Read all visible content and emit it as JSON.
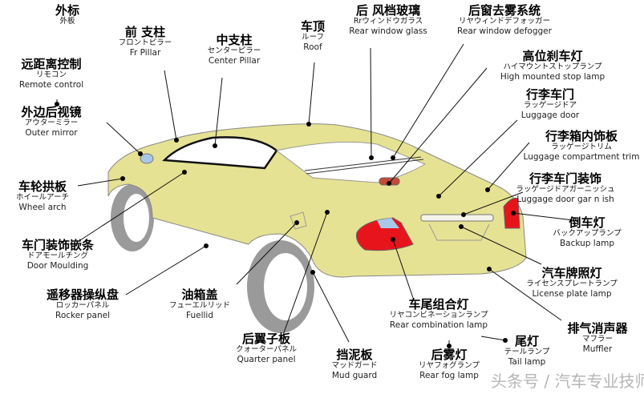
{
  "labels": [
    {
      "zh": "外标",
      "ja": "外板",
      "en": ""
    },
    {
      "zh": "前 支柱",
      "ja": "フロントピラー",
      "en": "Fr   Pillar"
    },
    {
      "zh": "中支柱",
      "ja": "センターピラー",
      "en": "Center Pillar"
    },
    {
      "zh": "车顶",
      "ja": "ルーフ",
      "en": "Roof"
    },
    {
      "zh": "后 风档玻璃",
      "ja": "Rrウィンドウガラス",
      "en": "Rear window glass"
    },
    {
      "zh": "后窗去雾系统",
      "ja": "リヤウィンドデフォッガー",
      "en": "Rear window defogger"
    },
    {
      "zh": "高位刹车灯",
      "ja": "ハイマウントストップランプ",
      "en": "High mounted stop lamp"
    },
    {
      "zh": "行李车门",
      "ja": "ラッゲージドア",
      "en": "Luggage door"
    },
    {
      "zh": "行李箱内饰板",
      "ja": "ラッゲージトリム",
      "en": "Luggage compartment trim"
    },
    {
      "zh": "行李车门装饰",
      "ja": "ラッゲージドアガーニッシュ",
      "en": "Luggage door gar n ish"
    },
    {
      "zh": "倒车灯",
      "ja": "バックアップランプ",
      "en": "Backup lamp"
    },
    {
      "zh": "汽车牌照灯",
      "ja": "ライセンスプレートランプ",
      "en": "License plate lamp"
    },
    {
      "zh": "排气消声器",
      "ja": "マフラー",
      "en": "Muffler"
    },
    {
      "zh": "尾灯",
      "ja": "テールランプ",
      "en": "Tail lamp"
    },
    {
      "zh": "后雾灯",
      "ja": "リヤフォグランプ",
      "en": "Rear fog lamp"
    },
    {
      "zh": "车尾组合灯",
      "ja": "リヤコンビネーションランプ",
      "en": "Rear combination lamp"
    },
    {
      "zh": "挡泥板",
      "ja": "マッドガード",
      "en": "Mud guard"
    },
    {
      "zh": "后翼子板",
      "ja": "クォーターパネル",
      "en": "Quarter panel"
    },
    {
      "zh": "油箱盖",
      "ja": "フューエルリッド",
      "en": "Fuellid"
    },
    {
      "zh": "遥移器操纵盘",
      "ja": "ロッカーパネル",
      "en": "Rocker panel"
    },
    {
      "zh": "车门装饰嵌条",
      "ja": "ドアモールチング",
      "en": "Door    Moulding"
    },
    {
      "zh": "车轮拱板",
      "ja": "ホイールアーチ",
      "en": "Wheel arch"
    },
    {
      "zh": "外边后视镜",
      "ja": "アウターミラー",
      "en": "Outer mirror"
    },
    {
      "zh": "远距离控制",
      "ja": "リモコン",
      "en": "Remote control"
    }
  ],
  "watermark": "头条号 / 汽车专业技师",
  "colors": {
    "body": "#e6e293",
    "glass": "#ffffff",
    "lamp": "#e8141c",
    "lens": "#a9c8e8",
    "tire": "#9a9a9a"
  }
}
